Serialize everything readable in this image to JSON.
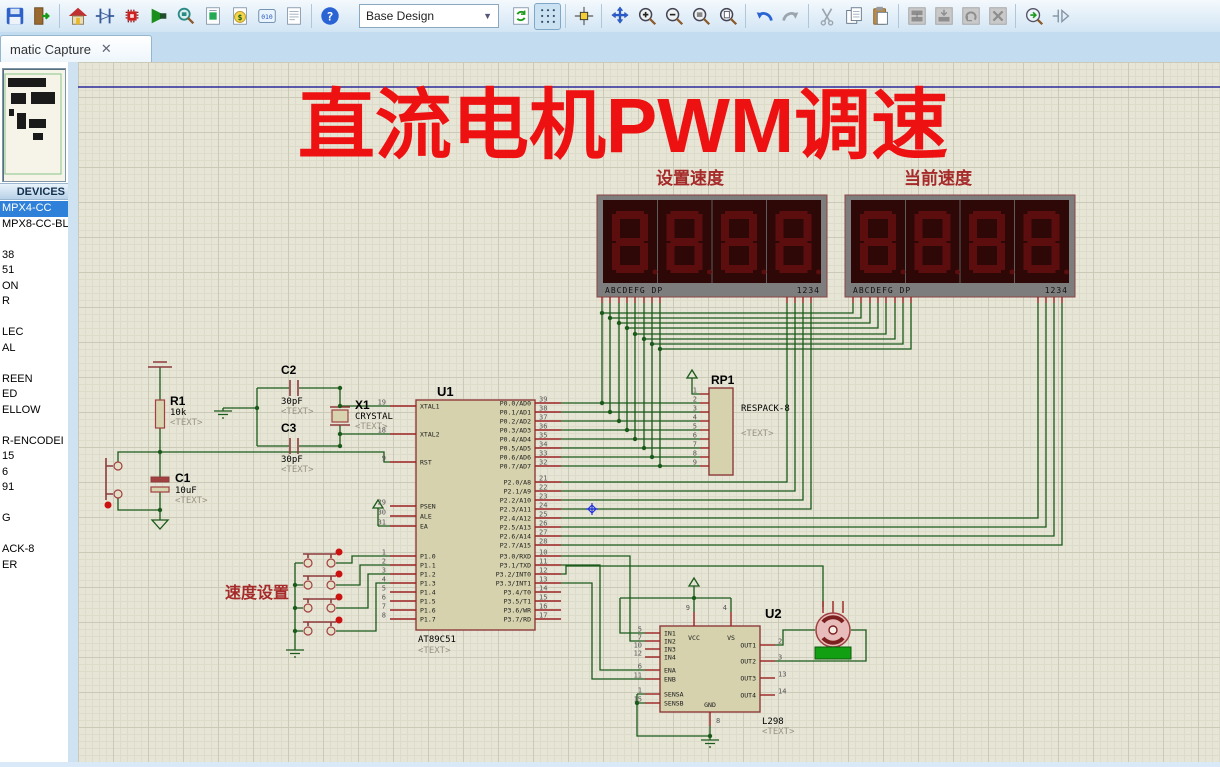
{
  "toolbar": {
    "combo_value": "Base Design",
    "icons": [
      "save",
      "exit",
      "home",
      "new-component",
      "ic-edit",
      "view-component",
      "find-component",
      "ic-packaging",
      "bill-of-materials",
      "simulation-log",
      "design-explorer",
      "help",
      "refresh",
      "toggle-grid",
      "origin",
      "pan",
      "zoom-in",
      "zoom-out",
      "zoom-area",
      "zoom-sheet",
      "undo",
      "redo",
      "cut",
      "copy",
      "paste",
      "block-copy",
      "block-move",
      "block-rotate",
      "block-delete",
      "zoom-to-child",
      "edit-part"
    ]
  },
  "tab": {
    "label": "matic Capture"
  },
  "devices": {
    "header": "DEVICES",
    "items": [
      {
        "label": "MPX4-CC",
        "selected": true
      },
      {
        "label": "MPX8-CC-BL"
      },
      {
        "label": ""
      },
      {
        "label": "38"
      },
      {
        "label": "51"
      },
      {
        "label": "ON"
      },
      {
        "label": "R"
      },
      {
        "label": ""
      },
      {
        "label": "LEC"
      },
      {
        "label": "AL"
      },
      {
        "label": ""
      },
      {
        "label": "REEN"
      },
      {
        "label": "ED"
      },
      {
        "label": "ELLOW"
      },
      {
        "label": ""
      },
      {
        "label": "R-ENCODEI"
      },
      {
        "label": "15"
      },
      {
        "label": "6"
      },
      {
        "label": "91"
      },
      {
        "label": ""
      },
      {
        "label": "G"
      },
      {
        "label": ""
      },
      {
        "label": "ACK-8"
      },
      {
        "label": "ER"
      }
    ]
  },
  "colors": {
    "wire_green": "#1a5a1a",
    "component_outline": "#a04040",
    "title_red": "#ee1111",
    "label_red": "#a62a2a",
    "selection_blue": "#2f80d9",
    "segment_off_red": "#5c0d0d"
  },
  "schematic": {
    "title": "直流电机PWM调速",
    "display1_label": "设置速度",
    "display2_label": "当前速度",
    "display_segment_text": "ABCDEFG  DP",
    "display_digit_text": "1234",
    "speed_label": "速度设置",
    "u1": {
      "ref": "U1",
      "value": "AT89C51",
      "text": "<TEXT>",
      "left_pins": [
        {
          "num": "19",
          "name": "XTAL1"
        },
        {
          "num": "18",
          "name": "XTAL2"
        },
        {
          "num": "9",
          "name": "RST"
        },
        {
          "num": "29",
          "name": "PSEN"
        },
        {
          "num": "30",
          "name": "ALE"
        },
        {
          "num": "31",
          "name": "EA"
        },
        {
          "num": "1",
          "name": "P1.0"
        },
        {
          "num": "2",
          "name": "P1.1"
        },
        {
          "num": "3",
          "name": "P1.2"
        },
        {
          "num": "4",
          "name": "P1.3"
        },
        {
          "num": "5",
          "name": "P1.4"
        },
        {
          "num": "6",
          "name": "P1.5"
        },
        {
          "num": "7",
          "name": "P1.6"
        },
        {
          "num": "8",
          "name": "P1.7"
        }
      ],
      "right_pins": [
        {
          "num": "39",
          "name": "P0.0/AD0"
        },
        {
          "num": "38",
          "name": "P0.1/AD1"
        },
        {
          "num": "37",
          "name": "P0.2/AD2"
        },
        {
          "num": "36",
          "name": "P0.3/AD3"
        },
        {
          "num": "35",
          "name": "P0.4/AD4"
        },
        {
          "num": "34",
          "name": "P0.5/AD5"
        },
        {
          "num": "33",
          "name": "P0.6/AD6"
        },
        {
          "num": "32",
          "name": "P0.7/AD7"
        },
        {
          "num": "21",
          "name": "P2.0/A8"
        },
        {
          "num": "22",
          "name": "P2.1/A9"
        },
        {
          "num": "23",
          "name": "P2.2/A10"
        },
        {
          "num": "24",
          "name": "P2.3/A11"
        },
        {
          "num": "25",
          "name": "P2.4/A12"
        },
        {
          "num": "26",
          "name": "P2.5/A13"
        },
        {
          "num": "27",
          "name": "P2.6/A14"
        },
        {
          "num": "28",
          "name": "P2.7/A15"
        },
        {
          "num": "10",
          "name": "P3.0/RXD"
        },
        {
          "num": "11",
          "name": "P3.1/TXD"
        },
        {
          "num": "12",
          "name": "P3.2/INT0"
        },
        {
          "num": "13",
          "name": "P3.3/INT1"
        },
        {
          "num": "14",
          "name": "P3.4/T0"
        },
        {
          "num": "15",
          "name": "P3.5/T1"
        },
        {
          "num": "16",
          "name": "P3.6/WR"
        },
        {
          "num": "17",
          "name": "P3.7/RD"
        }
      ]
    },
    "u2": {
      "ref": "U2",
      "value": "L298",
      "text": "<TEXT>",
      "left_pins": [
        {
          "num": "5",
          "name": "IN1"
        },
        {
          "num": "7",
          "name": "IN2"
        },
        {
          "num": "10",
          "name": "IN3"
        },
        {
          "num": "12",
          "name": "IN4"
        },
        {
          "num": "6",
          "name": "ENA"
        },
        {
          "num": "11",
          "name": "ENB"
        },
        {
          "num": "1",
          "name": "SENSA"
        },
        {
          "num": "15",
          "name": "SENSB"
        }
      ],
      "right_pins": [
        {
          "num": "2",
          "name": "OUT1"
        },
        {
          "num": "3",
          "name": "OUT2"
        },
        {
          "num": "13",
          "name": "OUT3"
        },
        {
          "num": "14",
          "name": "OUT4"
        }
      ],
      "top_pins": [
        {
          "num": "9",
          "name": "VCC"
        },
        {
          "num": "4",
          "name": "VS"
        }
      ],
      "bottom_pins": [
        {
          "num": "8",
          "name": "GND"
        }
      ]
    },
    "rp1": {
      "ref": "RP1",
      "value": "RESPACK-8",
      "text": "<TEXT>",
      "pins": [
        "1",
        "2",
        "3",
        "4",
        "5",
        "6",
        "7",
        "8",
        "9"
      ]
    },
    "r1": {
      "ref": "R1",
      "value": "10k",
      "text": "<TEXT>"
    },
    "c1": {
      "ref": "C1",
      "value": "10uF",
      "text": "<TEXT>"
    },
    "c2": {
      "ref": "C2",
      "value": "30pF",
      "text": "<TEXT>"
    },
    "c3": {
      "ref": "C3",
      "value": "30pF",
      "text": "<TEXT>"
    },
    "x1": {
      "ref": "X1",
      "value": "CRYSTAL",
      "text": "<TEXT>"
    }
  }
}
